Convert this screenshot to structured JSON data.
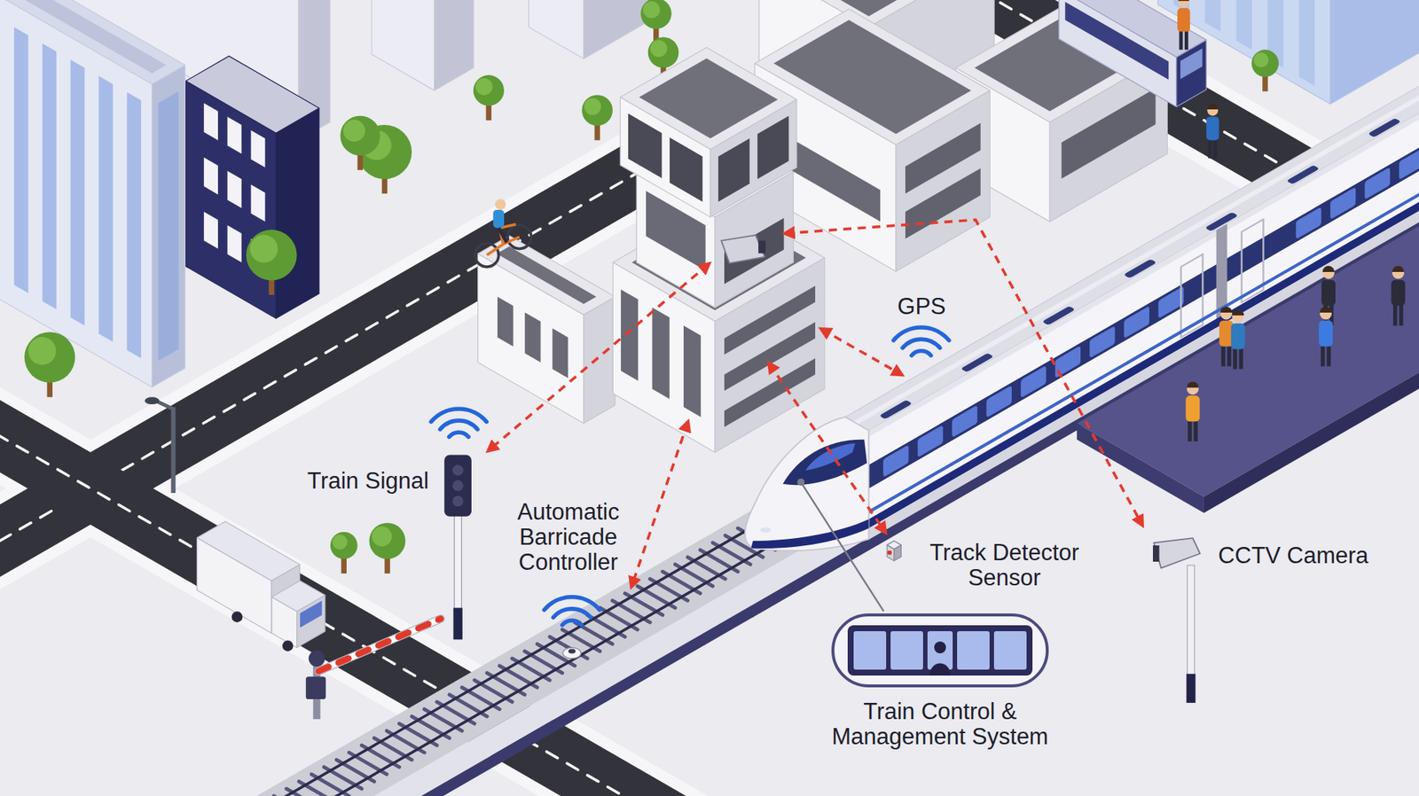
{
  "diagram": {
    "nodes": [
      {
        "text": [
          "Train Control & Management System"
        ]
      }
    ],
    "labels": [
      "GPS",
      "Train Signal",
      "Automatic Barricade Controller",
      "Track Detector Sensor",
      "CCTV Camera"
    ]
  }
}
